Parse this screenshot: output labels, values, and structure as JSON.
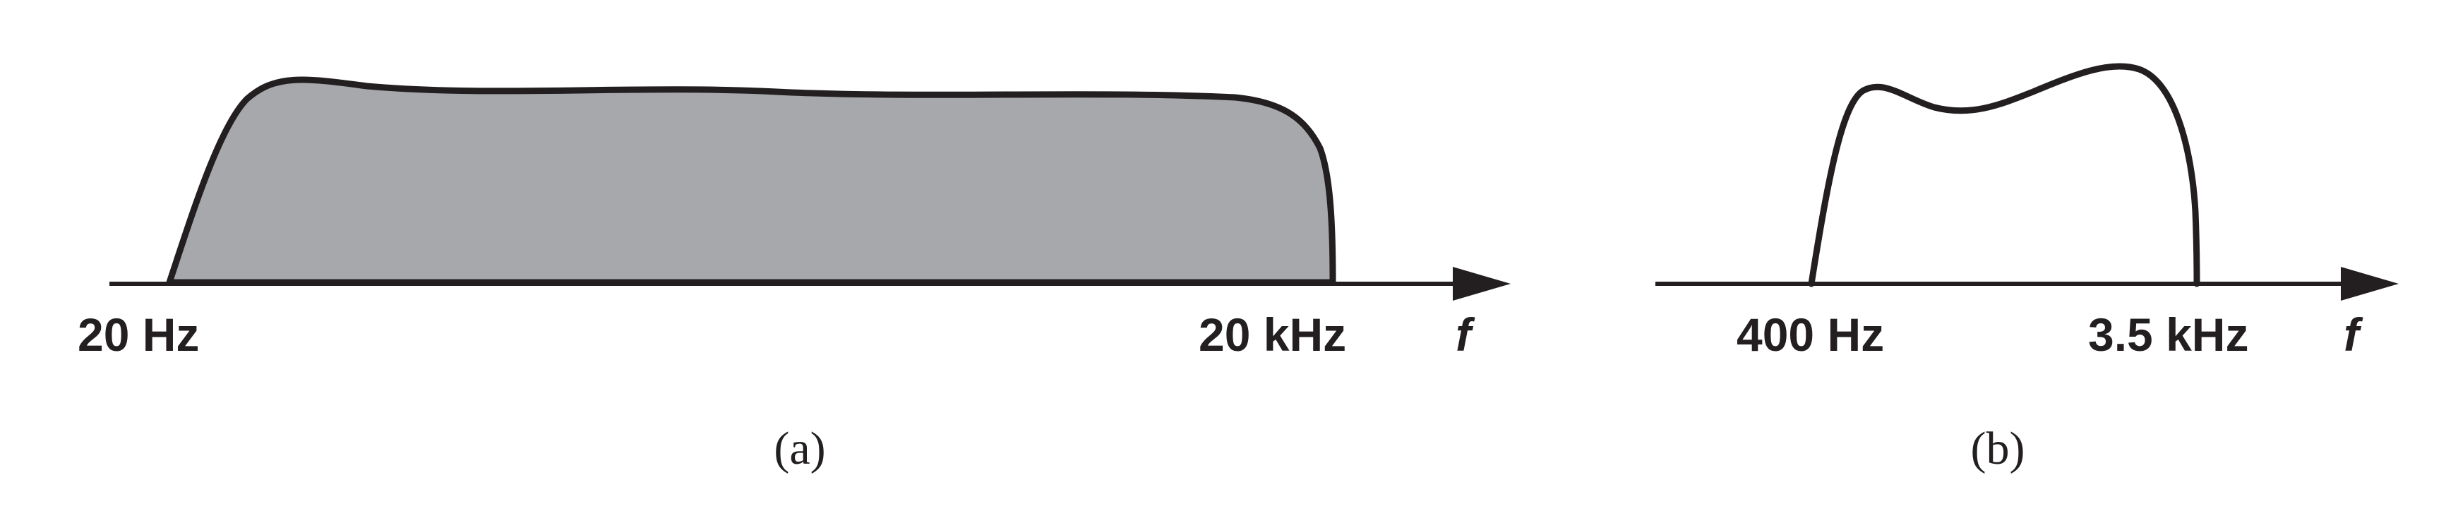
{
  "panels": [
    {
      "id": "a",
      "caption": "(a)",
      "low_label": "20 Hz",
      "high_label": "20 kHz",
      "axis_variable": "f",
      "filled": true
    },
    {
      "id": "b",
      "caption": "(b)",
      "low_label": "400 Hz",
      "high_label": "3.5 kHz",
      "axis_variable": "f",
      "filled": false
    }
  ],
  "colors": {
    "ink": "#231f20",
    "fill": "#a7a8ab"
  }
}
